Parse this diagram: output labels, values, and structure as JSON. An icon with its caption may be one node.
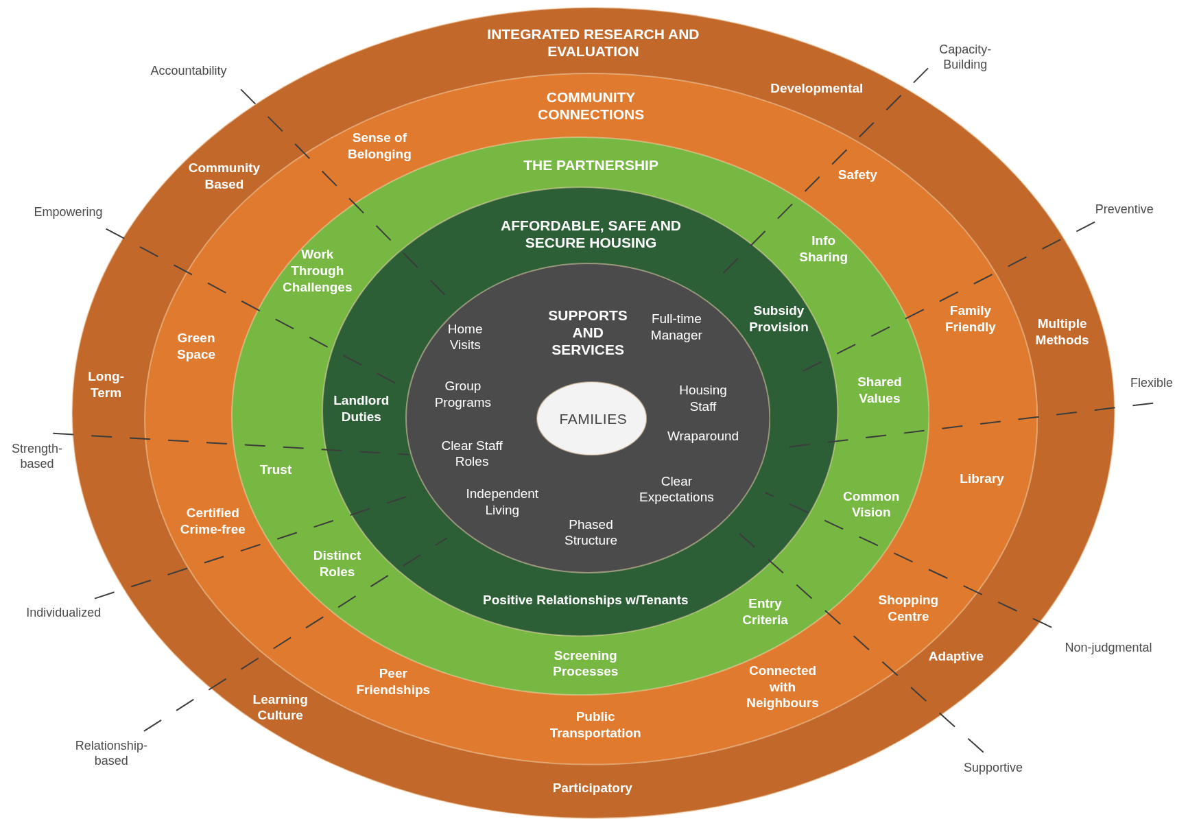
{
  "diagram": {
    "nodes": [
      {
        "text": [
          "INTEGRATED RESEARCH AND EVALUATION",
          "Developmental",
          "Community Based",
          "Long-Term",
          "Multiple Methods",
          "Adaptive",
          "Participatory"
        ]
      },
      {
        "text": [
          "COMMUNITY CONNECTIONS",
          "Sense of Belonging",
          "Safety",
          "Green Space",
          "Family Friendly",
          "Library",
          "Certified Crime-free",
          "Shopping Centre",
          "Learning Culture",
          "Peer Friendships",
          "Public Transportation",
          "Connected with Neighbours"
        ],
        "in": 0
      },
      {
        "text": [
          "THE PARTNERSHIP",
          "Work Through Challenges",
          "Info Sharing",
          "Shared Values",
          "Trust",
          "Common Vision",
          "Distinct Roles",
          "Entry Criteria",
          "Screening Processes"
        ],
        "in": 1
      },
      {
        "text": [
          "AFFORDABLE, SAFE AND SECURE HOUSING",
          "Subsidy Provision",
          "Landlord Duties",
          "Positive Relationships w/Tenants"
        ],
        "in": 2
      },
      {
        "text": [
          "SUPPORTS AND SERVICES",
          "Home Visits",
          "Full-time Manager",
          "Group Programs",
          "Housing Staff",
          "Wraparound",
          "Clear Staff Roles",
          "Clear Expectations",
          "Independent Living",
          "Phased Structure"
        ],
        "in": 3
      },
      {
        "text": [
          "FAMILIES"
        ],
        "in": 4
      }
    ],
    "labels": [
      "Accountability",
      "Capacity-Building",
      "Empowering",
      "Preventive",
      "Flexible",
      "Strength-based",
      "Individualized",
      "Non-judgmental",
      "Relationship-based",
      "Supportive"
    ]
  }
}
